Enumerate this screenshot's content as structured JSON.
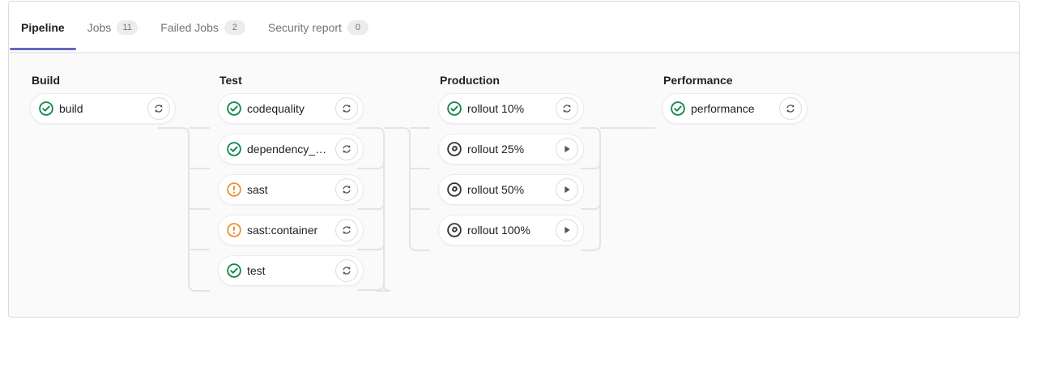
{
  "tabs": [
    {
      "label": "Pipeline",
      "badge": null,
      "active": true,
      "name": "tab-pipeline"
    },
    {
      "label": "Jobs",
      "badge": "11",
      "active": false,
      "name": "tab-jobs"
    },
    {
      "label": "Failed Jobs",
      "badge": "2",
      "active": false,
      "name": "tab-failed-jobs"
    },
    {
      "label": "Security report",
      "badge": "0",
      "active": false,
      "name": "tab-security-report"
    }
  ],
  "colors": {
    "accent": "#6666c4",
    "success": "#108548",
    "warning": "#e17223",
    "manual": "#333238",
    "card_bg": "#ffffff",
    "canvas_bg": "#fafafa",
    "border": "#ececef"
  },
  "pipeline": {
    "stages": [
      {
        "title": "Build",
        "jobs": [
          {
            "name": "build",
            "status": "success",
            "status_icon": "status-success-icon",
            "action": "retry",
            "action_icon": "retry-icon"
          }
        ]
      },
      {
        "title": "Test",
        "jobs": [
          {
            "name": "codequality",
            "status": "success",
            "status_icon": "status-success-icon",
            "action": "retry",
            "action_icon": "retry-icon"
          },
          {
            "name": "dependency_s…",
            "status": "success",
            "status_icon": "status-success-icon",
            "action": "retry",
            "action_icon": "retry-icon"
          },
          {
            "name": "sast",
            "status": "warning",
            "status_icon": "status-warning-icon",
            "action": "retry",
            "action_icon": "retry-icon"
          },
          {
            "name": "sast:container",
            "status": "warning",
            "status_icon": "status-warning-icon",
            "action": "retry",
            "action_icon": "retry-icon"
          },
          {
            "name": "test",
            "status": "success",
            "status_icon": "status-success-icon",
            "action": "retry",
            "action_icon": "retry-icon"
          }
        ]
      },
      {
        "title": "Production",
        "jobs": [
          {
            "name": "rollout 10%",
            "status": "success",
            "status_icon": "status-success-icon",
            "action": "retry",
            "action_icon": "retry-icon"
          },
          {
            "name": "rollout 25%",
            "status": "manual",
            "status_icon": "status-manual-icon",
            "action": "play",
            "action_icon": "play-icon"
          },
          {
            "name": "rollout 50%",
            "status": "manual",
            "status_icon": "status-manual-icon",
            "action": "play",
            "action_icon": "play-icon"
          },
          {
            "name": "rollout 100%",
            "status": "manual",
            "status_icon": "status-manual-icon",
            "action": "play",
            "action_icon": "play-icon"
          }
        ]
      },
      {
        "title": "Performance",
        "jobs": [
          {
            "name": "performance",
            "status": "success",
            "status_icon": "status-success-icon",
            "action": "retry",
            "action_icon": "retry-icon"
          }
        ]
      }
    ]
  }
}
